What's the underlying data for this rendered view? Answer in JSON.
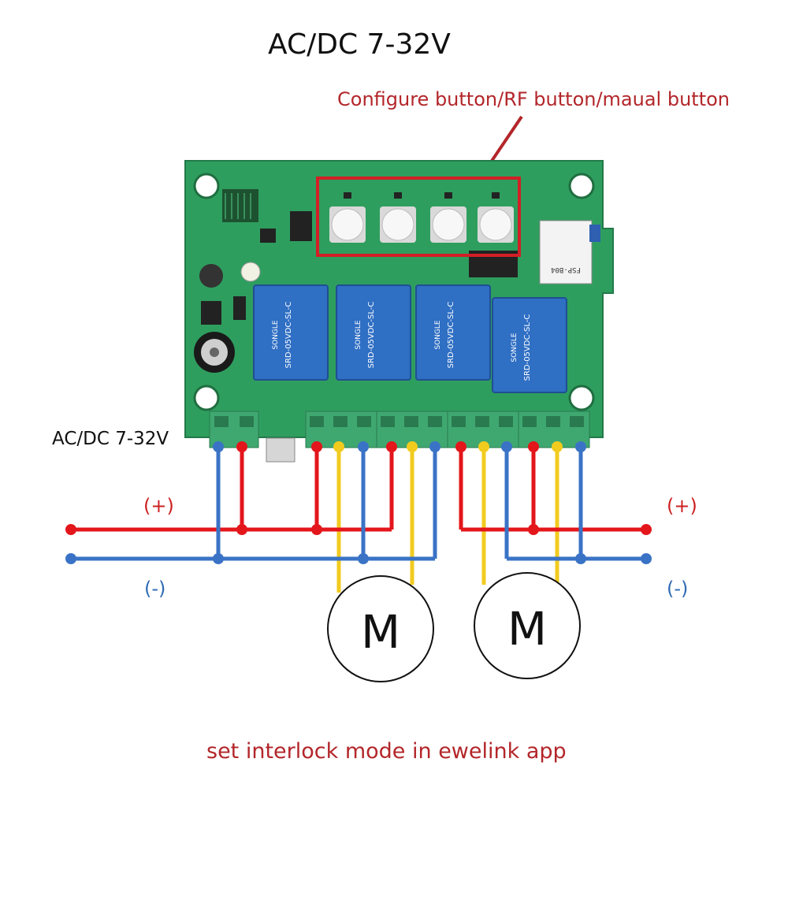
{
  "title": "AC/DC 7-32V",
  "callout": "Configure button/RF button/maual button",
  "power_label": "AC/DC 7-32V",
  "rail_plus_left": "(+)",
  "rail_plus_right": "(+)",
  "rail_minus_left": "(-)",
  "rail_minus_right": "(-)",
  "motor_left": "M",
  "motor_right": "M",
  "footer": "set interlock mode in ewelink app",
  "relay_text": "SRD-05VDC-SL-C",
  "relay_brand": "SONGLE",
  "module_text": "FSP-B04",
  "colors": {
    "pcb": "#2e9e5e",
    "relay": "#2f6fc4",
    "wire_red": "#e3161b",
    "wire_blue": "#3a73c6",
    "wire_yellow": "#f2cb1f",
    "terminal": "#3fa870",
    "callout": "#b3262a"
  }
}
